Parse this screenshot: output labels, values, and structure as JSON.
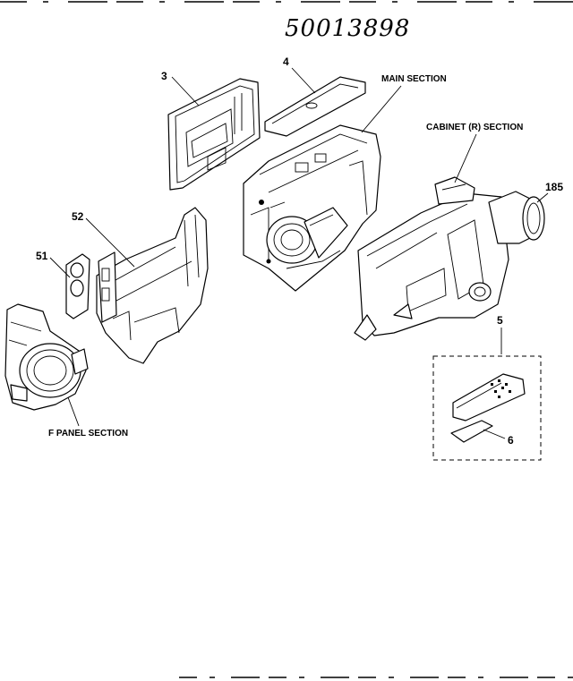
{
  "header": {
    "handwritten_code": "50013898"
  },
  "labels": {
    "part_3": "3",
    "part_4": "4",
    "part_5": "5",
    "part_6": "6",
    "part_51": "51",
    "part_52": "52",
    "part_185": "185",
    "main_section": "MAIN SECTION",
    "cabinet_r_section": "CABINET (R) SECTION",
    "f_panel_section": "F PANEL SECTION"
  }
}
